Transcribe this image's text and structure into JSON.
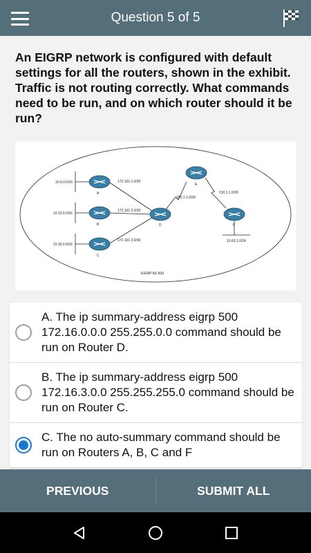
{
  "header": {
    "title": "Question 5 of 5"
  },
  "question": {
    "text": "An EIGRP network is configured with default settings for all the routers, shown in the exhibit. Traffic is not routing correctly. What commands need to be run, and on which router should it be run?"
  },
  "exhibit": {
    "labels": {
      "net_a": "10.5.0.0/16",
      "net_b": "10.19.0.0/16",
      "net_c": "10.35.0.0/16",
      "link_a": "172.161.1.0/30",
      "link_b": "172.161.2.0/30",
      "link_c": "172.161.3.0/30",
      "link_d_e": "200.1.1.0/30",
      "link_e_f": "210.1.1.0/30",
      "net_f": "10.60.1.0/24",
      "router_a": "A",
      "router_b": "B",
      "router_c": "C",
      "router_d": "D",
      "router_e": "E",
      "router_f": "F",
      "as_label": "EIGRP AS 500"
    }
  },
  "options": [
    {
      "label": "A. The ip summary-address eigrp 500 172.16.0.0.0 255.255.0.0 command should be run on Router D.",
      "checked": false
    },
    {
      "label": "B. The ip summary-address eigrp 500 172.16.3.0.0 255.255.255.0 command should be run on Router C.",
      "checked": false
    },
    {
      "label": "C. The no auto-summary command should be run on Routers A, B, C and F",
      "checked": true
    }
  ],
  "footer": {
    "previous": "PREVIOUS",
    "submit": "SUBMIT ALL"
  },
  "icons": {
    "menu": "menu-icon",
    "flag": "checkered-flag-icon",
    "back": "back-triangle-icon",
    "home": "home-circle-icon",
    "recents": "recents-square-icon"
  },
  "colors": {
    "bar": "#546e7a",
    "accent": "#1976d2",
    "router": "#3a7fa6"
  }
}
